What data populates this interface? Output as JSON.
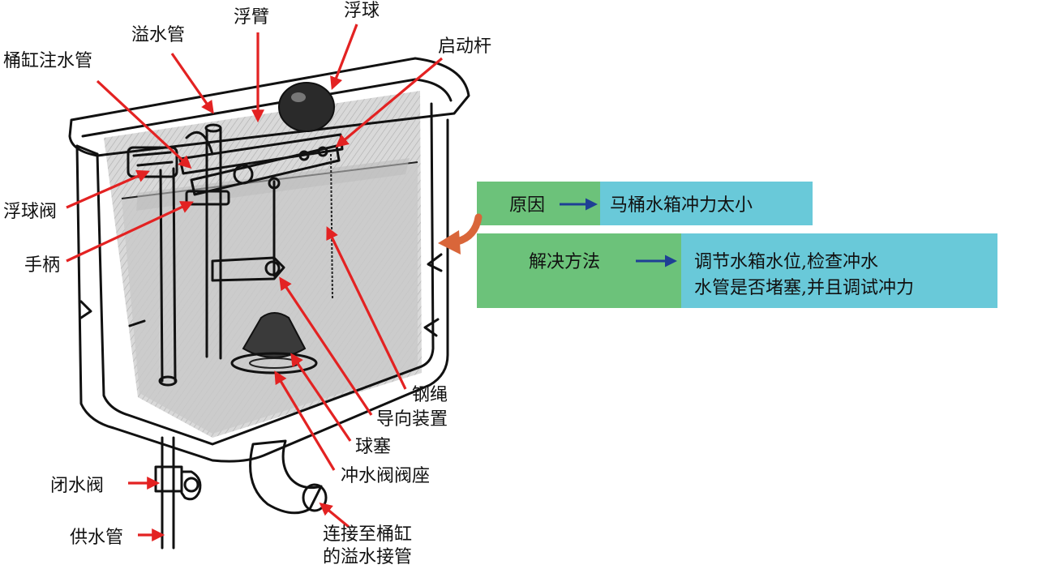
{
  "labels": {
    "tongang_zhushui_guan": "桶缸注水管",
    "yishui_guan": "溢水管",
    "fubi": "浮臂",
    "fuqiu": "浮球",
    "qidong_gan": "启动杆",
    "fuqiu_fa": "浮球阀",
    "shoubing": "手柄",
    "gangsheng": "钢绳",
    "daoxiang_zhuangzhi": "导向装置",
    "qiusai": "球塞",
    "chongshui_fa_fazuo": "冲水阀阀座",
    "bishui_fa": "闭水阀",
    "gongshui_guan": "供水管",
    "lianjie_line1": "连接至桶缸",
    "lianjie_line2": "的溢水接管"
  },
  "info": {
    "cause_label": "原因",
    "cause_text": "马桶水箱冲力太小",
    "solution_label": "解决方法",
    "solution_line1": "调节水箱水位,检查冲水",
    "solution_line2": "水管是否堵塞,并且调试冲力"
  },
  "colors": {
    "green": "#6cc27a",
    "cyan": "#69c9d9",
    "pointer_red": "#e32222",
    "arrow_blue": "#1e3f95",
    "curved_arrow_orange": "#d9663a"
  },
  "icons": {
    "pointer": "red-arrow",
    "flow": "blue-right-arrow",
    "curve": "orange-curved-arrow"
  }
}
